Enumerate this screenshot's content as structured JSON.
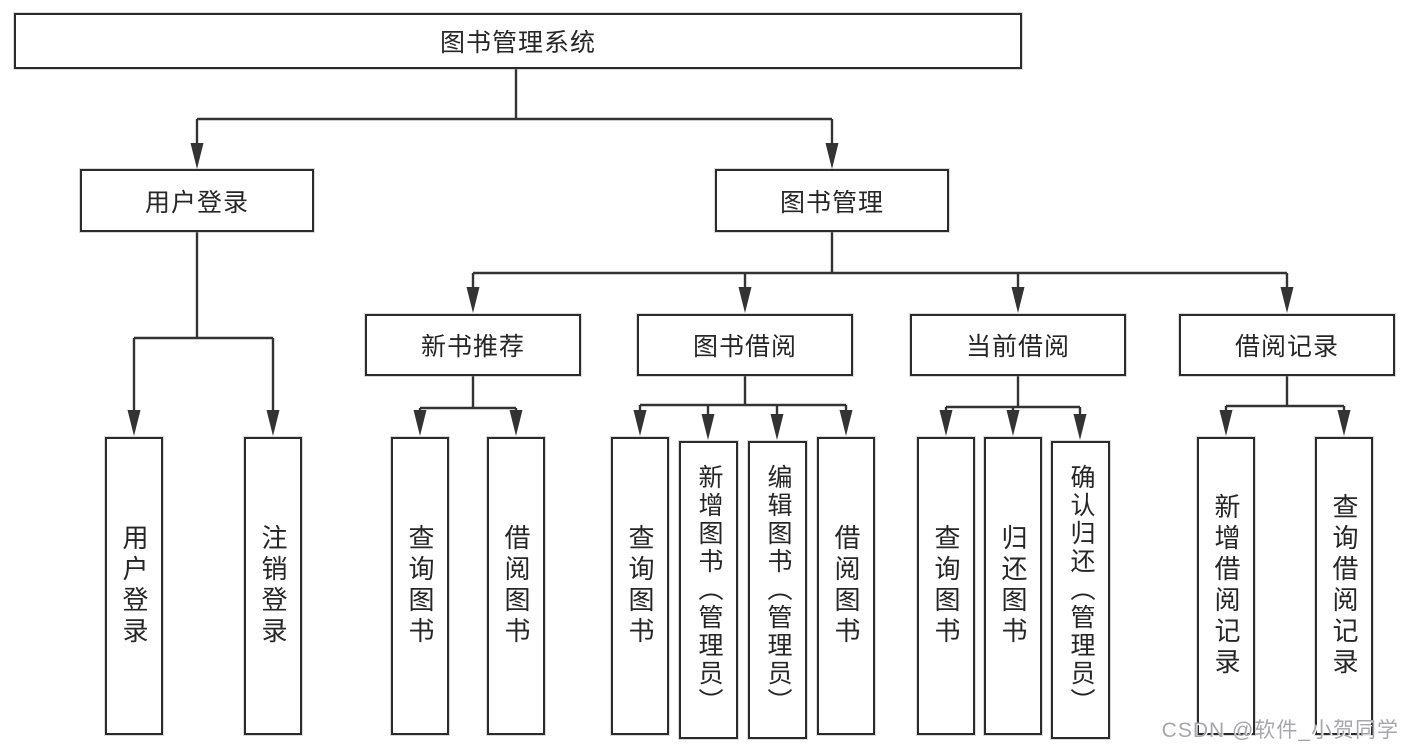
{
  "colors": {
    "line": "#333333",
    "box_border": "#2b2b2b",
    "text": "#262626",
    "background": "#ffffff",
    "watermark": "#a7a7ab"
  },
  "watermark": "CSDN @软件_小贺同学",
  "tree": {
    "root": "图书管理系统",
    "user_login": {
      "label": "用户登录",
      "children": [
        "用户登录",
        "注销登录"
      ]
    },
    "book_management": {
      "label": "图书管理",
      "sections": {
        "new_book_recommend": {
          "label": "新书推荐",
          "children": [
            "查询图书",
            "借阅图书"
          ]
        },
        "book_borrow": {
          "label": "图书借阅",
          "children": [
            "查询图书",
            "新增图书（管理员）",
            "编辑图书（管理员）",
            "借阅图书"
          ]
        },
        "current_borrow": {
          "label": "当前借阅",
          "children": [
            "查询图书",
            "归还图书",
            "确认归还（管理员）"
          ]
        },
        "borrow_record": {
          "label": "借阅记录",
          "children": [
            "新增借阅记录",
            "查询借阅记录"
          ]
        }
      }
    }
  }
}
